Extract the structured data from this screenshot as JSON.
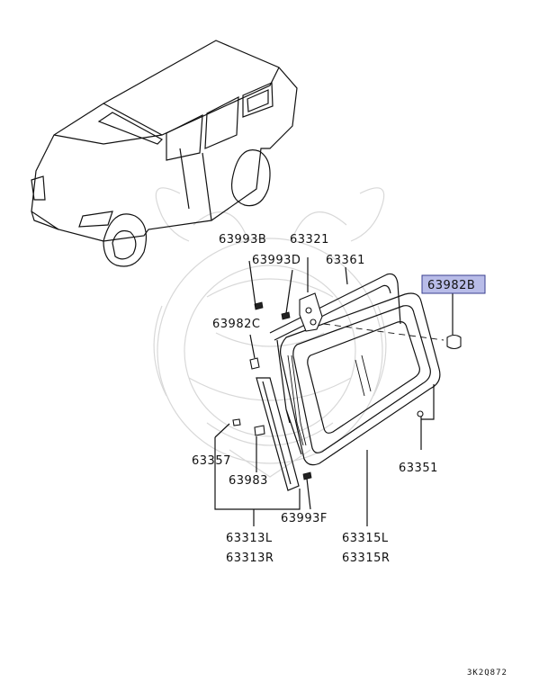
{
  "parts": {
    "p63993B": "63993B",
    "p63321": "63321",
    "p63993D": "63993D",
    "p63361": "63361",
    "p63982B": "63982B",
    "p63982C": "63982C",
    "p63357": "63357",
    "p63983": "63983",
    "p63351": "63351",
    "p63993F": "63993F",
    "p63313L": "63313L",
    "p63313R": "63313R",
    "p63315L": "63315L",
    "p63315R": "63315R"
  },
  "highlighted_part": "63982B",
  "highlight_color": "#b8bce8",
  "ref_code": "3K2Q872"
}
